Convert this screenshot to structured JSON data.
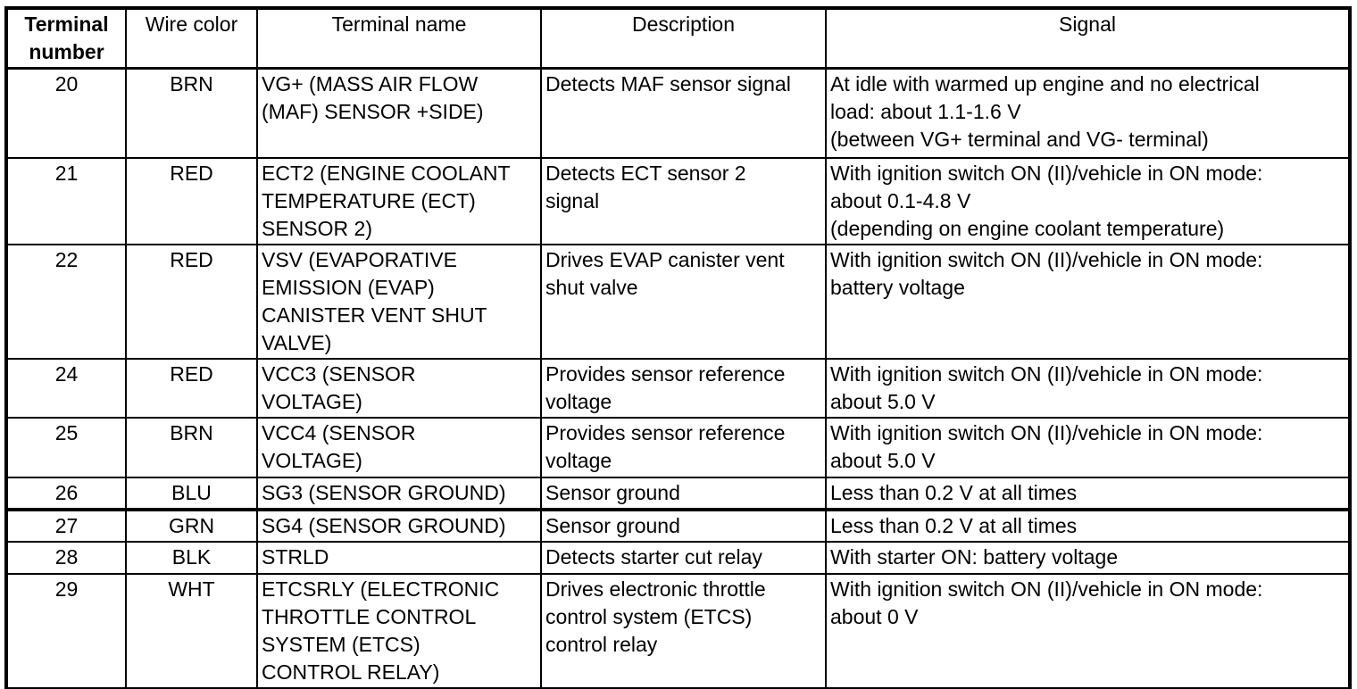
{
  "table": {
    "columns": [
      "Terminal number",
      "Wire color",
      "Terminal name",
      "Description",
      "Signal"
    ],
    "rows": [
      {
        "terminal_number": "20",
        "wire_color": "BRN",
        "terminal_name": "VG+ (MASS AIR FLOW\n(MAF) SENSOR +SIDE)",
        "description": "Detects MAF sensor signal",
        "signal": "At idle with warmed up engine and no electrical\nload: about 1.1-1.6 V\n(between VG+ terminal and VG- terminal)"
      },
      {
        "terminal_number": "21",
        "wire_color": "RED",
        "terminal_name": "ECT2 (ENGINE COOLANT\nTEMPERATURE (ECT)\nSENSOR 2)",
        "description": "Detects ECT sensor 2\nsignal",
        "signal": "With ignition switch ON (II)/vehicle in ON mode:\nabout 0.1-4.8 V\n(depending on engine coolant temperature)"
      },
      {
        "terminal_number": "22",
        "wire_color": "RED",
        "terminal_name": "VSV (EVAPORATIVE\nEMISSION (EVAP)\nCANISTER VENT SHUT\nVALVE)",
        "description": "Drives EVAP canister vent\nshut valve",
        "signal": "With ignition switch ON (II)/vehicle in ON mode:\nbattery voltage"
      },
      {
        "terminal_number": "24",
        "wire_color": "RED",
        "terminal_name": "VCC3 (SENSOR\nVOLTAGE)",
        "description": "Provides sensor reference\nvoltage",
        "signal": "With ignition switch ON (II)/vehicle in ON mode:\nabout 5.0 V"
      },
      {
        "terminal_number": "25",
        "wire_color": "BRN",
        "terminal_name": "VCC4 (SENSOR\nVOLTAGE)",
        "description": "Provides sensor reference\nvoltage",
        "signal": "With ignition switch ON (II)/vehicle in ON mode:\nabout 5.0 V"
      },
      {
        "terminal_number": "26",
        "wire_color": "BLU",
        "terminal_name": "SG3 (SENSOR GROUND)",
        "description": "Sensor ground",
        "signal": "Less than 0.2 V at all times"
      },
      {
        "terminal_number": "27",
        "wire_color": "GRN",
        "terminal_name": "SG4 (SENSOR GROUND)",
        "description": "Sensor ground",
        "signal": "Less than 0.2 V at all times"
      },
      {
        "terminal_number": "28",
        "wire_color": "BLK",
        "terminal_name": "STRLD",
        "description": "Detects starter cut relay",
        "signal": "With starter ON: battery voltage"
      },
      {
        "terminal_number": "29",
        "wire_color": "WHT",
        "terminal_name": "ETCSRLY (ELECTRONIC\nTHROTTLE CONTROL\nSYSTEM (ETCS)\nCONTROL RELAY)",
        "description": "Drives electronic throttle\ncontrol system (ETCS)\ncontrol relay",
        "signal": "With ignition switch ON (II)/vehicle in ON mode:\nabout 0 V"
      }
    ]
  },
  "colors": {
    "border": "#000000",
    "text": "#000000",
    "background": "#ffffff"
  }
}
